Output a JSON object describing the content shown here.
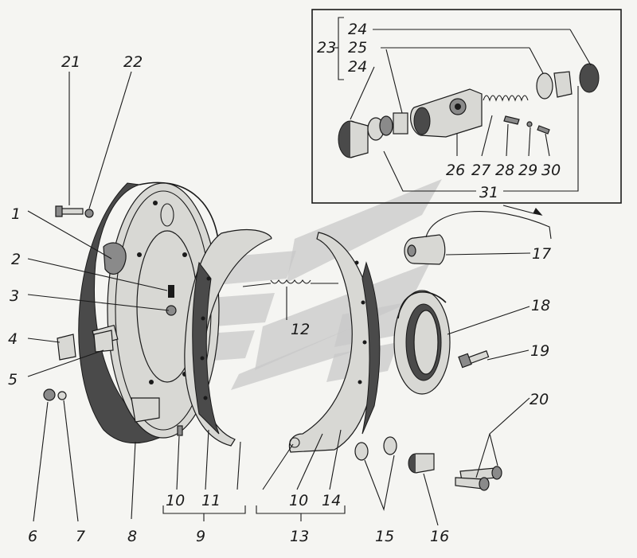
{
  "callouts": [
    {
      "id": "1",
      "text": "1"
    },
    {
      "id": "2",
      "text": "2"
    },
    {
      "id": "3",
      "text": "3"
    },
    {
      "id": "4",
      "text": "4"
    },
    {
      "id": "5",
      "text": "5"
    },
    {
      "id": "6",
      "text": "6"
    },
    {
      "id": "7",
      "text": "7"
    },
    {
      "id": "8",
      "text": "8"
    },
    {
      "id": "9",
      "text": "9"
    },
    {
      "id": "10a",
      "text": "10"
    },
    {
      "id": "11",
      "text": "11"
    },
    {
      "id": "10b",
      "text": "10"
    },
    {
      "id": "14",
      "text": "14"
    },
    {
      "id": "13",
      "text": "13"
    },
    {
      "id": "12",
      "text": "12"
    },
    {
      "id": "15",
      "text": "15"
    },
    {
      "id": "16",
      "text": "16"
    },
    {
      "id": "17",
      "text": "17"
    },
    {
      "id": "18",
      "text": "18"
    },
    {
      "id": "19",
      "text": "19"
    },
    {
      "id": "20",
      "text": "20"
    },
    {
      "id": "21",
      "text": "21"
    },
    {
      "id": "22",
      "text": "22"
    },
    {
      "id": "23",
      "text": "23"
    },
    {
      "id": "24a",
      "text": "24"
    },
    {
      "id": "25",
      "text": "25"
    },
    {
      "id": "24b",
      "text": "24"
    },
    {
      "id": "26",
      "text": "26"
    },
    {
      "id": "27",
      "text": "27"
    },
    {
      "id": "28",
      "text": "28"
    },
    {
      "id": "29",
      "text": "29"
    },
    {
      "id": "30",
      "text": "30"
    },
    {
      "id": "31",
      "text": "31"
    }
  ]
}
